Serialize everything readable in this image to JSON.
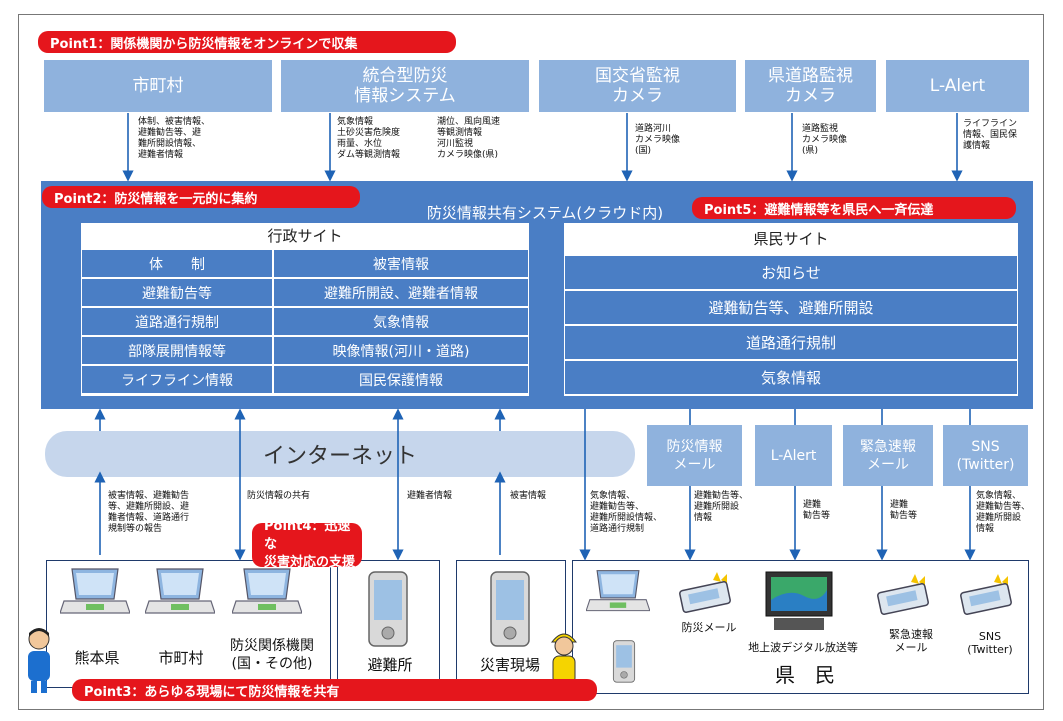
{
  "points": {
    "p1": "Point1：関係機関から防災情報をオンラインで収集",
    "p2": "Point2：防災情報を一元的に集約",
    "p3": "Point3：あらゆる現場にて防災情報を共有",
    "p4": "Point4：迅速な\n災害対応の支援",
    "p5": "Point5：避難情報等を県民へ一斉伝達"
  },
  "sources": [
    {
      "label": "市町村",
      "note": "体制、被害情報、\n避難勧告等、避\n難所開設情報、\n避難者情報"
    },
    {
      "label": "統合型防災\n情報システム",
      "note_left": "気象情報\n土砂災害危険度\n雨量、水位\nダム等観測情報",
      "note_right": "潮位、風向風速\n等観測情報\n河川監視\nカメラ映像(県)"
    },
    {
      "label": "国交省監視\nカメラ",
      "note": "道路河川\nカメラ映像\n(国)"
    },
    {
      "label": "県道路監視\nカメラ",
      "note": "道路監視\nカメラ映像\n(県)"
    },
    {
      "label": "L-Alert",
      "note": "ライフライン\n情報、国民保\n護情報"
    }
  ],
  "system_title": "防災情報共有システム(クラウド内)",
  "gov_site": {
    "title": "行政サイト",
    "left": [
      "体　　制",
      "避難勧告等",
      "道路通行規制",
      "部隊展開情報等",
      "ライフライン情報"
    ],
    "right": [
      "被害情報",
      "避難所開設、避難者情報",
      "気象情報",
      "映像情報(河川・道路)",
      "国民保護情報"
    ]
  },
  "pref_site": {
    "title": "県民サイト",
    "rows": [
      "お知らせ",
      "避難勧告等、避難所開設",
      "道路通行規制",
      "気象情報"
    ]
  },
  "internet": "インターネット",
  "channels": [
    "防災情報\nメール",
    "L-Alert",
    "緊急速報\nメール",
    "SNS\n(Twitter)"
  ],
  "lower_notes": {
    "report": "被害情報、避難勧告\n等、避難所開設、避\n難者情報、道路通行\n規制等の報告",
    "share": "防災情報の共有",
    "evac": "避難者情報",
    "damage": "被害情報",
    "weather": "気象情報、\n避難勧告等、\n避難所開設情報、\n道路通行規制",
    "mail": "避難勧告等、\n避難所開設\n情報",
    "lalert": "避難\n勧告等",
    "urgent": "避難\n勧告等",
    "sns": "気象情報、\n避難勧告等、\n避難所開設\n情報"
  },
  "actors": {
    "kumamoto": "熊本県",
    "city": "市町村",
    "agency": "防災関係機関\n(国・その他)",
    "shelter": "避難所",
    "site": "災害現場",
    "citizens": "県　民"
  },
  "devices": {
    "mail": "防災メール",
    "tv": "地上波デジタル放送等",
    "urgent": "緊急速報\nメール",
    "sns": "SNS\n(Twitter)"
  },
  "colors": {
    "accent_red": "#e5161c",
    "cloud_blue": "#4a7ec5",
    "light_blue": "#8fb2dd",
    "internet": "#c6d6ec"
  }
}
